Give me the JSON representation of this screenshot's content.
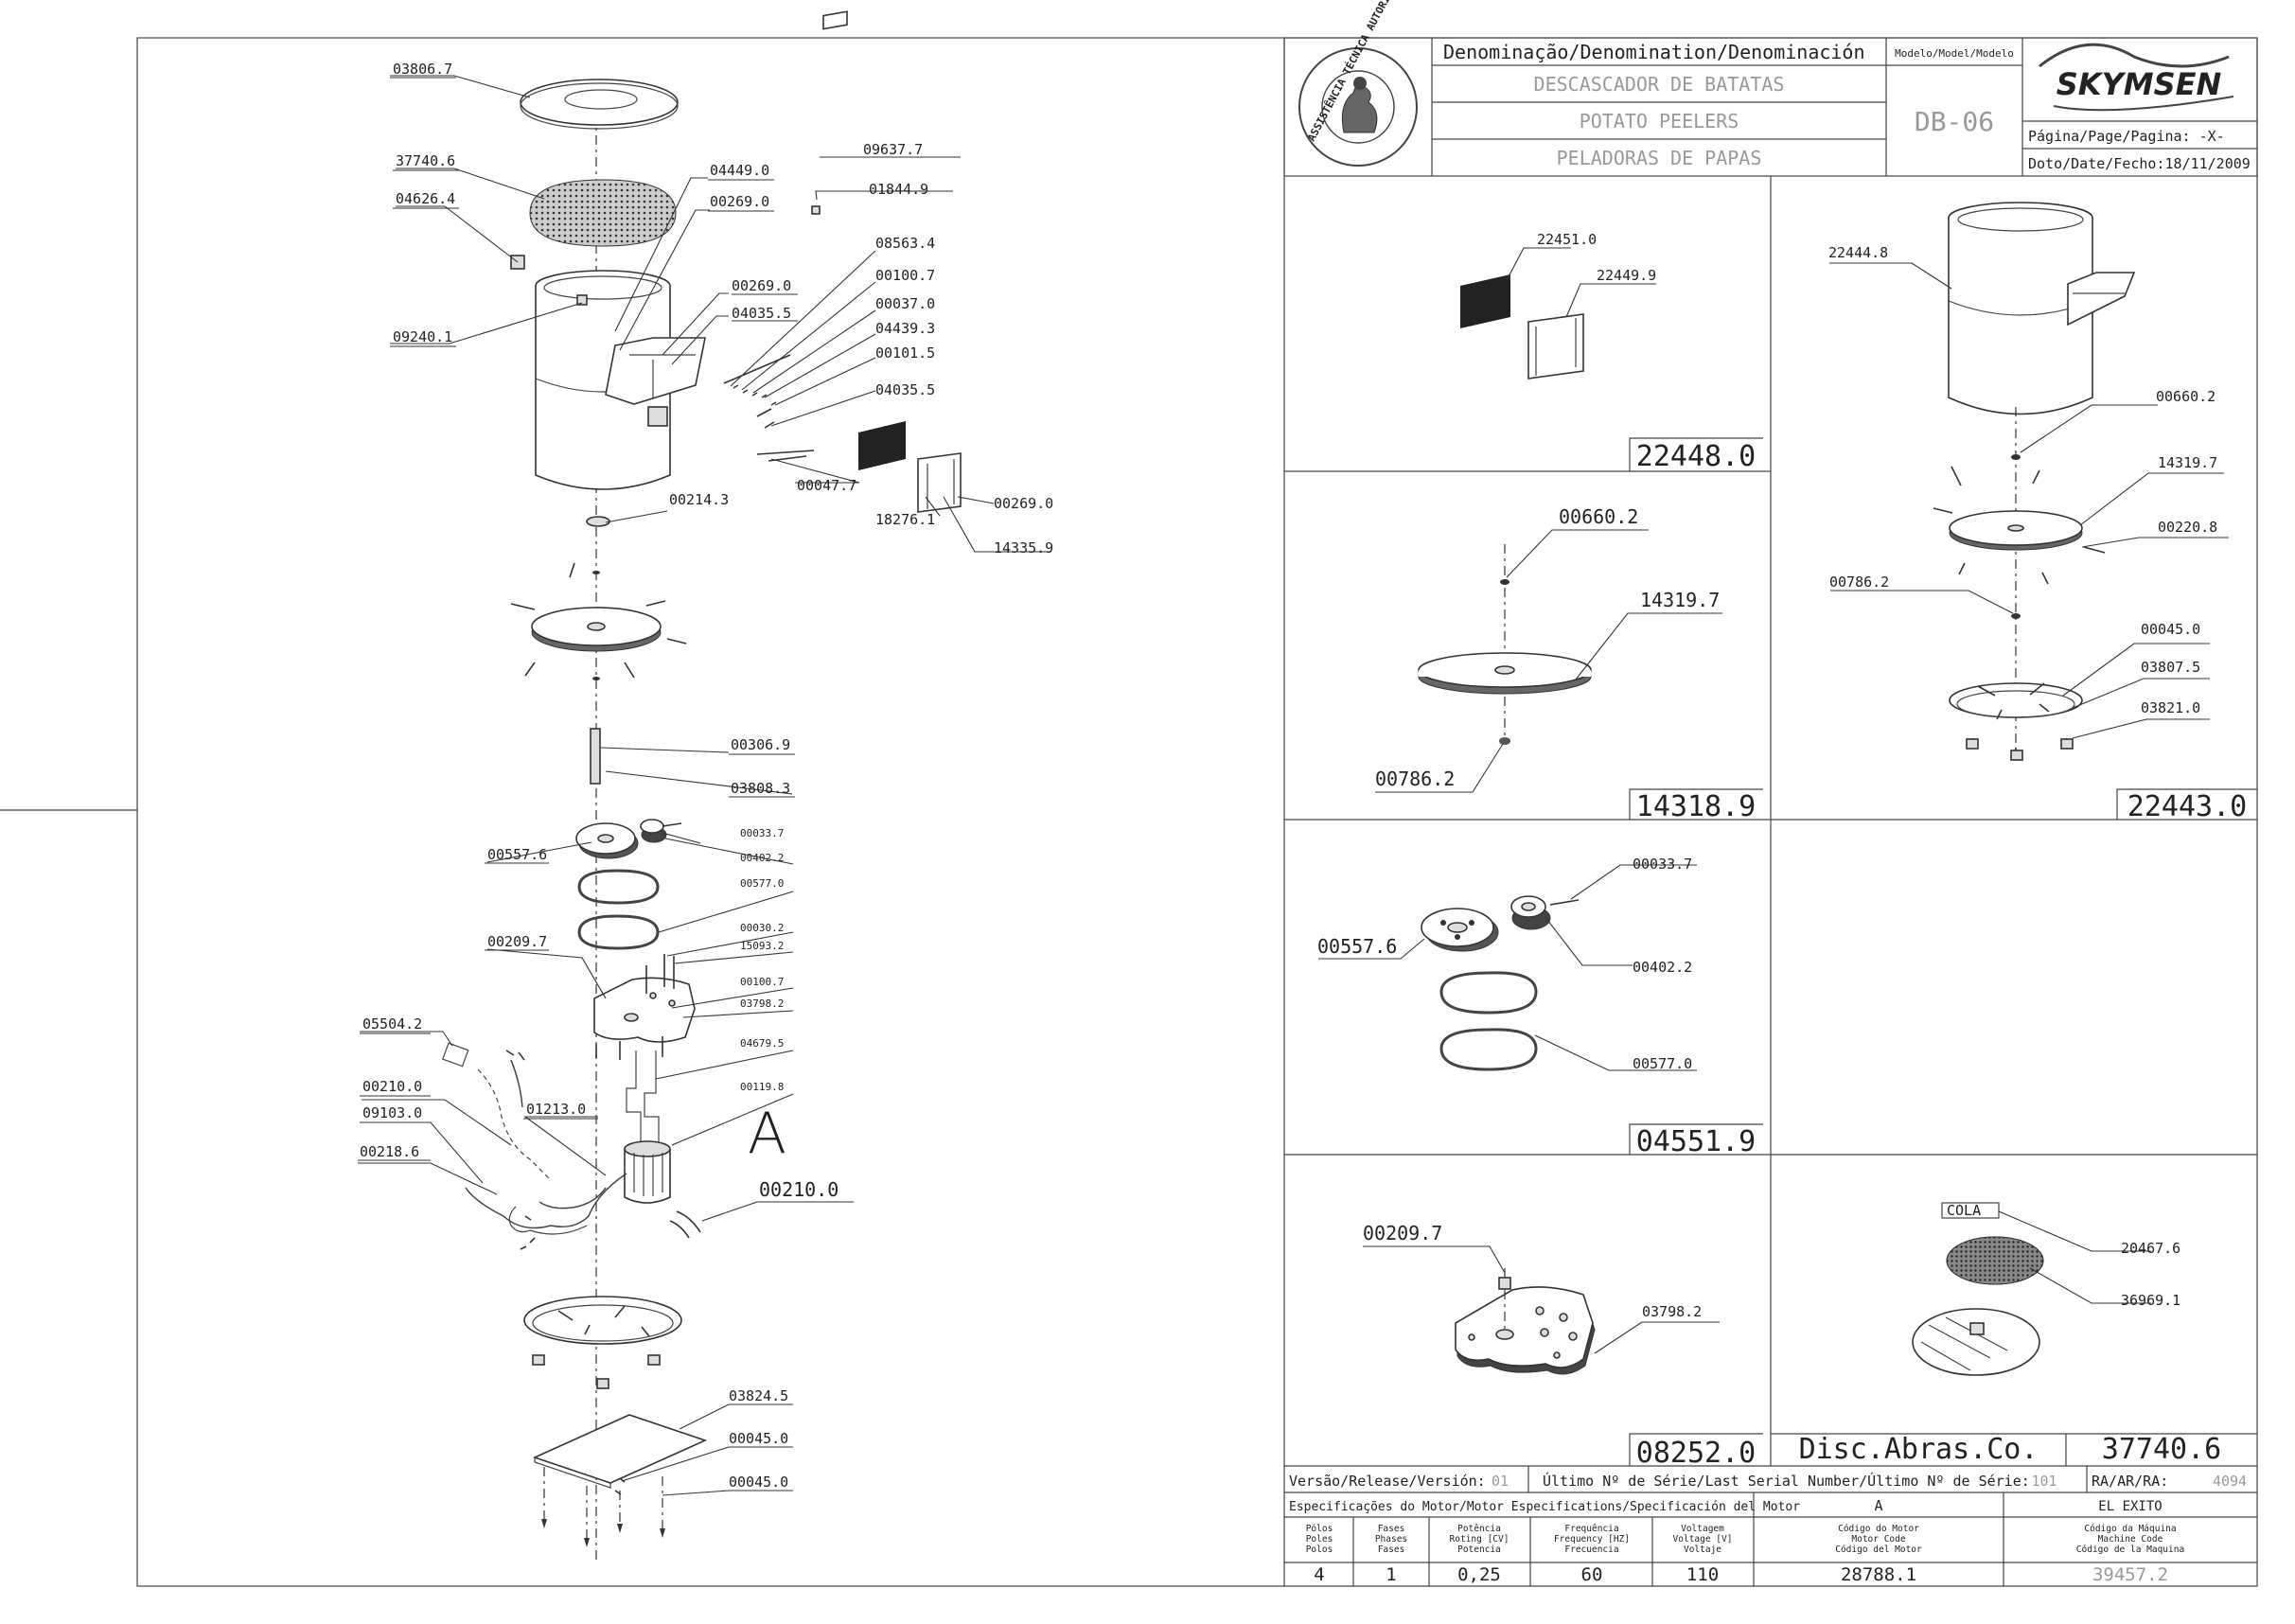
{
  "header": {
    "denomination_label": "Denominação/Denomination/Denominación",
    "name_pt": "DESCASCADOR DE BATATAS",
    "name_en": "POTATO PEELERS",
    "name_es": "PELADORAS DE PAPAS",
    "model_label": "Modelo/Model/Modelo",
    "model": "DB-06",
    "brand": "SKYMSEN",
    "page_label": "Página/Page/Pagina: ",
    "page_value": "-X-",
    "date_label": "Doto/Date/Fecho:",
    "date_value": "18/11/2009",
    "stamp_text": "ASSISTÊNCIA TÉCNICA AUTORIZADA"
  },
  "main_labels": [
    "03806.7",
    "37740.6",
    "04626.4",
    "09240.1",
    "04449.0",
    "00269.0",
    "09637.7",
    "01844.9",
    "00269.0",
    "04035.5",
    "08563.4",
    "00100.7",
    "00037.0",
    "04439.3",
    "00101.5",
    "04035.5",
    "00047.7",
    "00269.0",
    "18276.1",
    "14335.9",
    "00214.3",
    "00306.9",
    "03808.3",
    "00557.6",
    "00033.7",
    "00402.2",
    "00577.0",
    "00209.7",
    "00030.2",
    "15093.2",
    "00100.7",
    "03798.2",
    "05504.2",
    "04679.5",
    "00119.8",
    "00210.0",
    "09103.0",
    "01213.0",
    "00218.6",
    "00210.0",
    "03824.5",
    "00045.0",
    "00045.0"
  ],
  "big_letter": "A",
  "panels": {
    "p1": {
      "labels": [
        "22451.0",
        "22449.9"
      ],
      "code": "22448.0"
    },
    "p2": {
      "labels": [
        "00660.2",
        "14319.7",
        "00786.2"
      ],
      "code": "14318.9"
    },
    "p3": {
      "labels": [
        "22444.8",
        "00660.2",
        "14319.7",
        "00220.8",
        "00786.2",
        "00045.0",
        "03807.5",
        "03821.0"
      ],
      "code": "22443.0"
    },
    "p4": {
      "labels": [
        "00033.7",
        "00557.6",
        "00402.2",
        "00577.0"
      ],
      "code": "04551.9"
    },
    "p5": {
      "labels": [
        "00209.7",
        "03798.2"
      ],
      "code": "08252.0"
    },
    "p6": {
      "labels": [
        "COLA",
        "20467.6",
        "36969.1"
      ],
      "name": "Disc.Abras.Co.",
      "code": "37740.6"
    }
  },
  "footer": {
    "version_label": "Versão/Release/Versión:",
    "version_value": "01",
    "serial_label": "Último Nº de Série/Last Serial Number/Último Nº de Série:",
    "serial_value": "101",
    "ra_label": "RA/AR/RA:",
    "ra_value": "4094",
    "motor_spec_label": "Especificações do Motor/Motor Especifications/Specificación del Motor",
    "motor_letter": "A",
    "machine_name": "EL EXITO",
    "col_poles": [
      "Pólos",
      "Poles",
      "Polos"
    ],
    "col_phases": [
      "Fases",
      "Phases",
      "Fases"
    ],
    "col_power": [
      "Potência",
      "Roting [CV]",
      "Potencia"
    ],
    "col_freq": [
      "Frequência",
      "Frequency [HZ]",
      "Frecuencia"
    ],
    "col_volt": [
      "Voltagem",
      "Voltage [V]",
      "Voltaje"
    ],
    "col_motor_code": [
      "Código do Motor",
      "Motor Code",
      "Código del Motor"
    ],
    "col_machine_code": [
      "Código da Máquina",
      "Machine Code",
      "Código de la Maquina"
    ],
    "poles": "4",
    "phases": "1",
    "power": "0,25",
    "frequency": "60",
    "voltage": "110",
    "motor_code": "28788.1",
    "machine_code": "39457.2"
  }
}
